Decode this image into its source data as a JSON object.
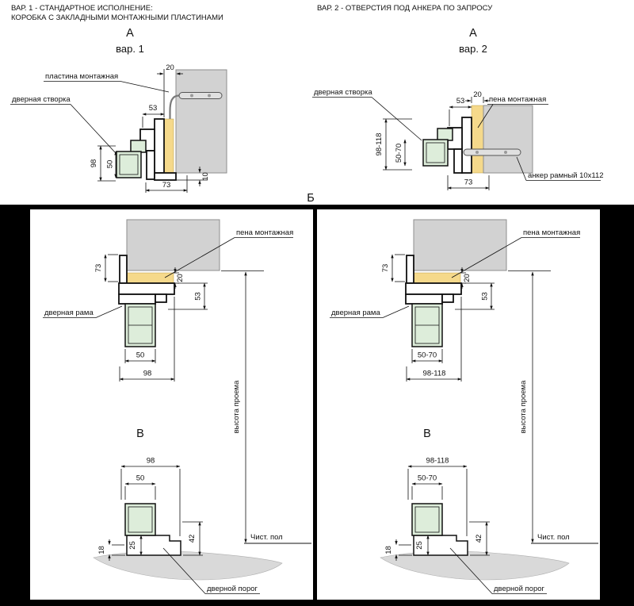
{
  "header": {
    "var1_line1": "ВАР. 1 - СТАНДАРТНОЕ ИСПОЛНЕНИЕ:",
    "var1_line2": "КОРОБКА С ЗАКЛАДНЫМИ МОНТАЖНЫМИ ПЛАСТИНАМИ",
    "var2_line1": "ВАР. 2 - ОТВЕРСТИЯ ПОД АНКЕРА ПО ЗАПРОСУ"
  },
  "a1": {
    "section": "А",
    "variant": "вар. 1",
    "label_plate": "пластина монтажная",
    "label_leaf": "дверная створка",
    "d20": "20",
    "d53": "53",
    "d98": "98",
    "d50": "50",
    "d73": "73",
    "d10": "10"
  },
  "a2": {
    "section": "А",
    "variant": "вар. 2",
    "label_leaf": "дверная створка",
    "label_foam": "пена монтажная",
    "label_anchor": "анкер рамный 10х112",
    "d53": "53",
    "d20": "20",
    "d98": "98-118",
    "d50": "50-70",
    "d73": "73"
  },
  "b_label": "Б",
  "left": {
    "label_foam": "пена монтажная",
    "label_frame": "дверная рама",
    "label_height": "высота проема",
    "label_floor": "Чист. пол",
    "label_threshold": "дверной порог",
    "section_v": "В",
    "d73": "73",
    "d20": "20",
    "d53": "53",
    "b_d50": "50",
    "b_d98": "98",
    "v_d98": "98",
    "v_d50": "50",
    "d42": "42",
    "d18": "18",
    "d25": "25"
  },
  "right": {
    "label_foam": "пена монтажная",
    "label_frame": "дверная рама",
    "label_height": "высота проема",
    "label_floor": "Чист. пол",
    "label_threshold": "дверной порог",
    "section_v": "В",
    "d73": "73",
    "d20": "20",
    "d53": "53",
    "b_d50": "50-70",
    "b_d98": "98-118",
    "v_d98": "98-118",
    "v_d50": "50-70",
    "d42": "42",
    "d18": "18",
    "d25": "25"
  },
  "colors": {
    "wall": "#d2d2d2",
    "foam": "#f5d98b",
    "leaf": "#ddedda",
    "floor": "#d9d9d9",
    "metal": "#e0e0e0",
    "background_black": "#000000"
  }
}
